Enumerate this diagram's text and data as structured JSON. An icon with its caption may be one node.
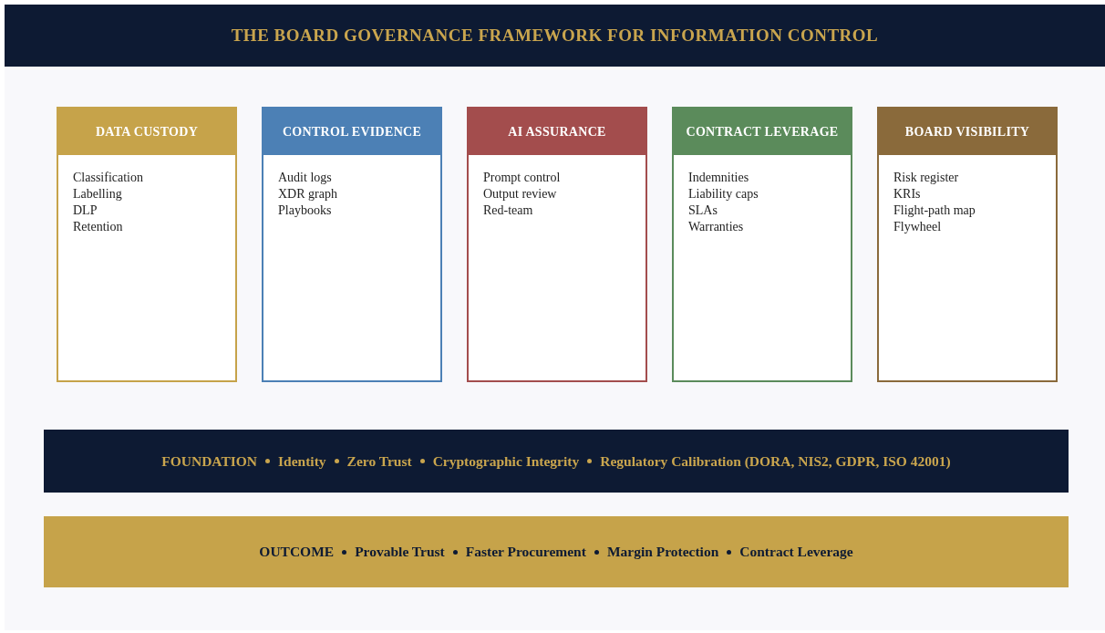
{
  "diagram": {
    "title": "THE BOARD GOVERNANCE FRAMEWORK FOR INFORMATION CONTROL",
    "nodes": [
      {
        "text": [
          "DATA CUSTODY",
          "Classification",
          "Labelling",
          "DLP",
          "Retention"
        ]
      },
      {
        "text": [
          "CONTROL EVIDENCE",
          "Audit logs",
          "XDR graph",
          "Playbooks"
        ]
      },
      {
        "text": [
          "AI ASSURANCE",
          "Prompt control",
          "Output review",
          "Red-team"
        ]
      },
      {
        "text": [
          "CONTRACT LEVERAGE",
          "Indemnities",
          "Liability caps",
          "SLAs",
          "Warranties"
        ]
      },
      {
        "text": [
          "BOARD VISIBILITY",
          "Risk register",
          "KRIs",
          "Flight-path map",
          "Flywheel"
        ]
      },
      {
        "text": [
          "FOUNDATION",
          "Identity",
          "Zero Trust",
          "Cryptographic Integrity",
          "Regulatory Calibration (DORA, NIS2, GDPR, ISO 42001)"
        ]
      },
      {
        "text": [
          "OUTCOME",
          "Provable Trust",
          "Faster Procurement",
          "Margin Protection",
          "Contract Leverage"
        ]
      }
    ]
  }
}
